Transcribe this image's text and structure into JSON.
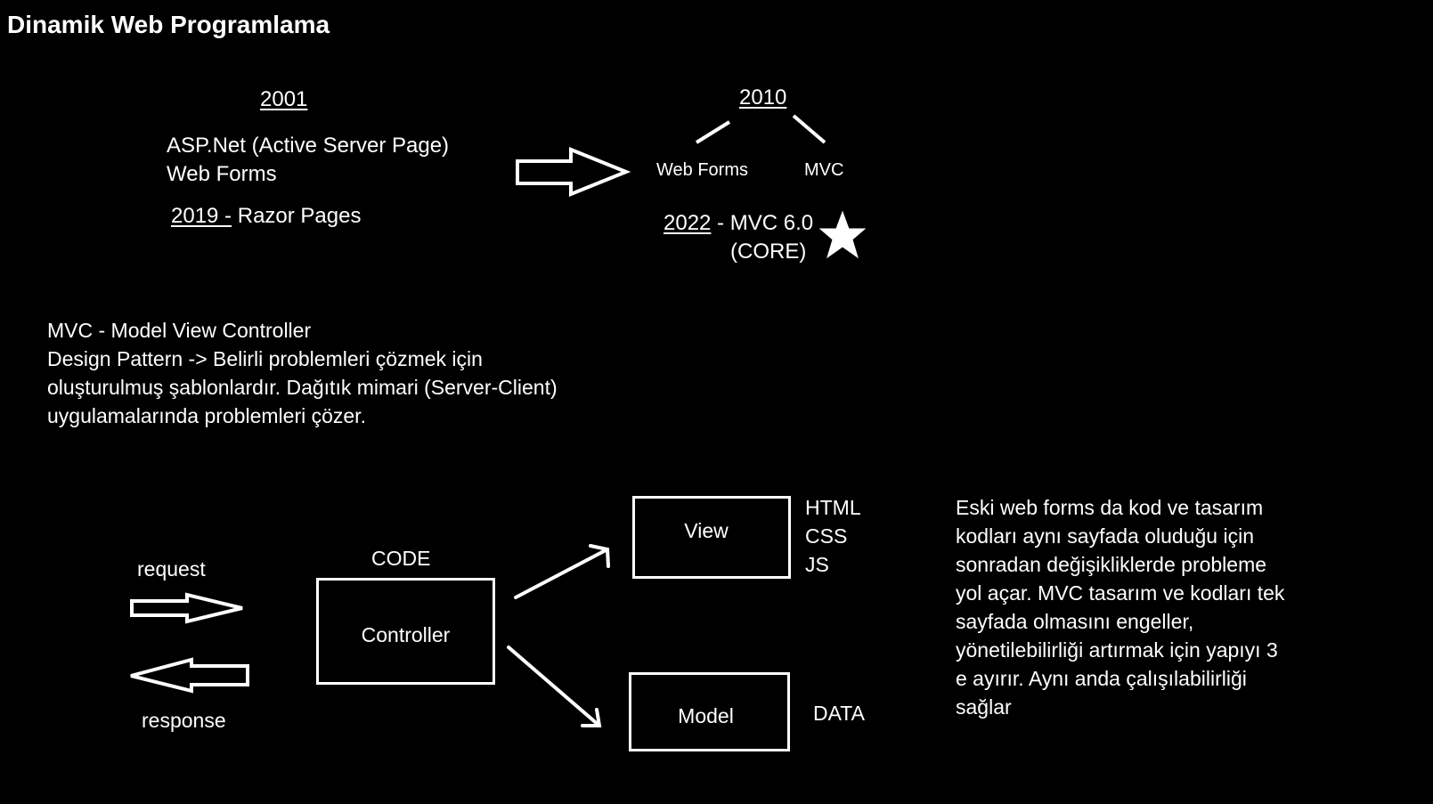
{
  "title": "Dinamik Web Programlama",
  "timeline": {
    "year_2001": "2001",
    "aspnet": "ASP.Net (Active Server Page)",
    "webforms": "Web Forms",
    "year_2019": "2019 -",
    "razor": " Razor Pages",
    "year_2010": "2010",
    "branch_left": "Web Forms",
    "branch_right": "MVC",
    "year_2022": "2022",
    "mvc6": " - MVC 6.0",
    "core": "(CORE)"
  },
  "mvc_description": {
    "lines": [
      "MVC - Model View Controller",
      "Design Pattern ->  Belirli problemleri çözmek için",
      "oluşturulmuş şablonlardır. Dağıtık mimari (Server-Client)",
      "uygulamalarında problemleri çözer."
    ]
  },
  "diagram": {
    "request": "request",
    "response": "response",
    "code": "CODE",
    "controller": "Controller",
    "view": "View",
    "model": "Model",
    "view_tech": [
      "HTML",
      "CSS",
      "JS"
    ],
    "data": "DATA"
  },
  "note": {
    "lines": [
      "Eski web forms da kod ve tasarım",
      "kodları aynı sayfada oluduğu için",
      "sonradan değişikliklerde probleme",
      "yol açar. MVC tasarım ve kodları tek",
      "sayfada olmasını engeller,",
      "yönetilebilirliği artırmak için yapıyı 3",
      "e ayırır. Aynı anda çalışılabilirliği",
      "sağlar"
    ]
  },
  "colors": {
    "background": "#000000",
    "foreground": "#ffffff"
  }
}
